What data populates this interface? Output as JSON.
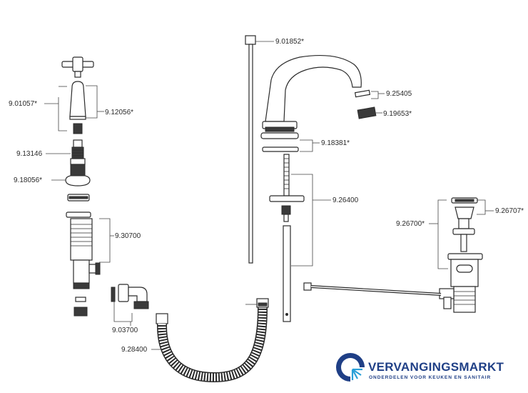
{
  "labels": {
    "l1": "9.01852*",
    "l2": "9.01057*",
    "l3": "9.12056*",
    "l4": "9.25405",
    "l5": "9.19653*",
    "l6": "9.18381*",
    "l7": "9.13146",
    "l8": "9.18056*",
    "l9": "9.26400",
    "l10": "9.26707*",
    "l11": "9.26700*",
    "l12": "9.30700",
    "l13": "9.03700",
    "l14": "9.28400"
  },
  "brand": {
    "name": "VERVANGINGSMARKT",
    "tagline": "ONDERDELEN VOOR KEUKEN EN SANITAIR",
    "color": "#1f3f86"
  }
}
